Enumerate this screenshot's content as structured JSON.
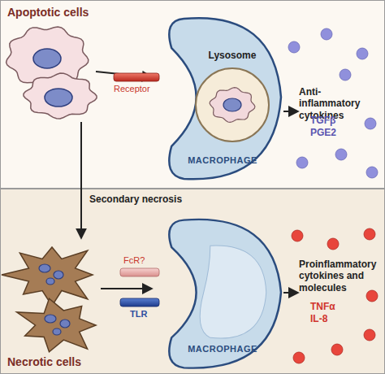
{
  "diagram": {
    "nodes": [
      {
        "text": [
          "Apoptotic cells"
        ]
      },
      {
        "text": [
          "MACROPHAGE"
        ],
        "in": 0
      },
      {
        "text": [
          "Lysosome"
        ],
        "in": 1
      },
      {
        "text": [
          "Necrotic cells"
        ]
      },
      {
        "text": [
          "MACROPHAGE"
        ],
        "in": 3
      }
    ],
    "labels": [
      "Receptor",
      "Anti-inflammatory cytokines",
      "TGFβ",
      "PGE2",
      "Secondary necrosis",
      "FcR?",
      "TLR",
      "Proinflammatory cytokines and molecules",
      "TNFα",
      "IL-8"
    ]
  }
}
